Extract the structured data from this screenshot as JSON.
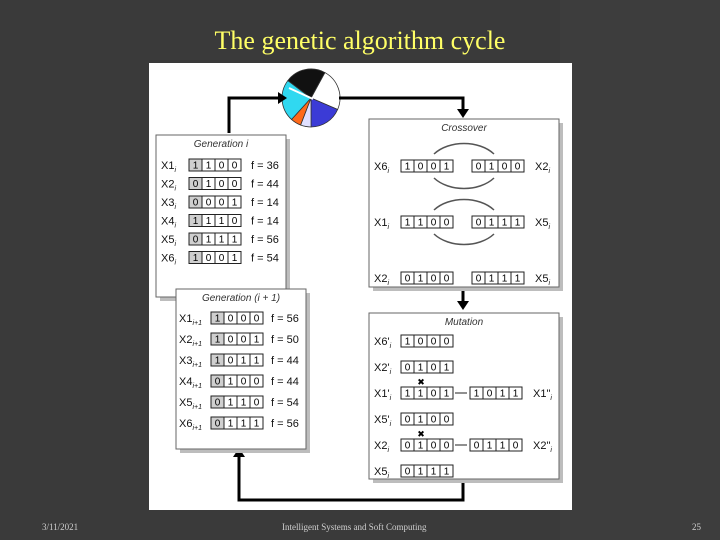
{
  "slide": {
    "title": "The genetic algorithm cycle",
    "footer_date": "3/11/2021",
    "footer_center": "Intelligent Systems and Soft Computing",
    "page_number": "25",
    "colors": {
      "background": "#3a3a3a",
      "title": "#ffff66"
    }
  },
  "figure": {
    "roulette_wheel": {
      "slices": [
        {
          "fitness": 56,
          "color": "#ffffff"
        },
        {
          "fitness": 44,
          "color": "#3b3bd6"
        },
        {
          "fitness": 14,
          "color": "#e0e0ff"
        },
        {
          "fitness": 14,
          "color": "#ff6a1a"
        },
        {
          "fitness": 56,
          "color": "#30d8f0"
        },
        {
          "fitness": 54,
          "color": "#111111"
        }
      ]
    },
    "generation_i": {
      "title": "Generation i",
      "rows": [
        {
          "label": "X1",
          "sub": "i",
          "bits": [
            "1",
            "1",
            "0",
            "0"
          ],
          "f": "f = 36"
        },
        {
          "label": "X2",
          "sub": "i",
          "bits": [
            "0",
            "1",
            "0",
            "0"
          ],
          "f": "f = 44"
        },
        {
          "label": "X3",
          "sub": "i",
          "bits": [
            "0",
            "0",
            "0",
            "1"
          ],
          "f": "f = 14"
        },
        {
          "label": "X4",
          "sub": "i",
          "bits": [
            "1",
            "1",
            "1",
            "0"
          ],
          "f": "f = 14"
        },
        {
          "label": "X5",
          "sub": "i",
          "bits": [
            "0",
            "1",
            "1",
            "1"
          ],
          "f": "f = 56"
        },
        {
          "label": "X6",
          "sub": "i",
          "bits": [
            "1",
            "0",
            "0",
            "1"
          ],
          "f": "f = 54"
        }
      ]
    },
    "generation_next": {
      "title": "Generation (i + 1)",
      "rows": [
        {
          "label": "X1",
          "sub": "i+1",
          "bits": [
            "1",
            "0",
            "0",
            "0"
          ],
          "f": "f = 56"
        },
        {
          "label": "X2",
          "sub": "i+1",
          "bits": [
            "1",
            "0",
            "0",
            "1"
          ],
          "f": "f = 50"
        },
        {
          "label": "X3",
          "sub": "i+1",
          "bits": [
            "1",
            "0",
            "1",
            "1"
          ],
          "f": "f = 44"
        },
        {
          "label": "X4",
          "sub": "i+1",
          "bits": [
            "0",
            "1",
            "0",
            "0"
          ],
          "f": "f = 44"
        },
        {
          "label": "X5",
          "sub": "i+1",
          "bits": [
            "0",
            "1",
            "1",
            "0"
          ],
          "f": "f = 54"
        },
        {
          "label": "X6",
          "sub": "i+1",
          "bits": [
            "0",
            "1",
            "1",
            "1"
          ],
          "f": "f = 56"
        }
      ]
    },
    "crossover": {
      "title": "Crossover",
      "rows": [
        {
          "left_label": "X6",
          "left_sub": "i",
          "left_bits": [
            "1",
            "0",
            "0",
            "1"
          ],
          "right_bits": [
            "0",
            "1",
            "0",
            "0"
          ],
          "right_label": "X2",
          "right_sub": "i"
        },
        {
          "left_label": "X1",
          "left_sub": "i",
          "left_bits": [
            "1",
            "1",
            "0",
            "0"
          ],
          "right_bits": [
            "0",
            "1",
            "1",
            "1"
          ],
          "right_label": "X5",
          "right_sub": "i"
        },
        {
          "left_label": "X2",
          "left_sub": "i",
          "left_bits": [
            "0",
            "1",
            "0",
            "0"
          ],
          "right_bits": [
            "0",
            "1",
            "1",
            "1"
          ],
          "right_label": "X5",
          "right_sub": "i"
        }
      ]
    },
    "mutation": {
      "title": "Mutation",
      "rows": [
        {
          "label": "X6'",
          "sub": "i",
          "bits": [
            "1",
            "0",
            "0",
            "0"
          ],
          "right_bits": [],
          "right_label": ""
        },
        {
          "label": "X2'",
          "sub": "i",
          "bits": [
            "0",
            "1",
            "0",
            "1"
          ],
          "right_bits": [],
          "right_label": ""
        },
        {
          "label": "X1'",
          "sub": "i",
          "bits": [
            "1",
            "1",
            "0",
            "1"
          ],
          "right_bits": [
            "1",
            "0",
            "1",
            "1"
          ],
          "right_label": "X1\"",
          "right_sub": "i"
        },
        {
          "label": "X5'",
          "sub": "i",
          "bits": [
            "0",
            "1",
            "0",
            "0"
          ],
          "right_bits": [],
          "right_label": ""
        },
        {
          "label": "X2",
          "sub": "i",
          "bits": [
            "0",
            "1",
            "0",
            "0"
          ],
          "right_bits": [
            "0",
            "1",
            "1",
            "0"
          ],
          "right_label": "X2\"",
          "right_sub": "i"
        },
        {
          "label": "X5",
          "sub": "i",
          "bits": [
            "0",
            "1",
            "1",
            "1"
          ],
          "right_bits": [],
          "right_label": ""
        }
      ]
    }
  }
}
